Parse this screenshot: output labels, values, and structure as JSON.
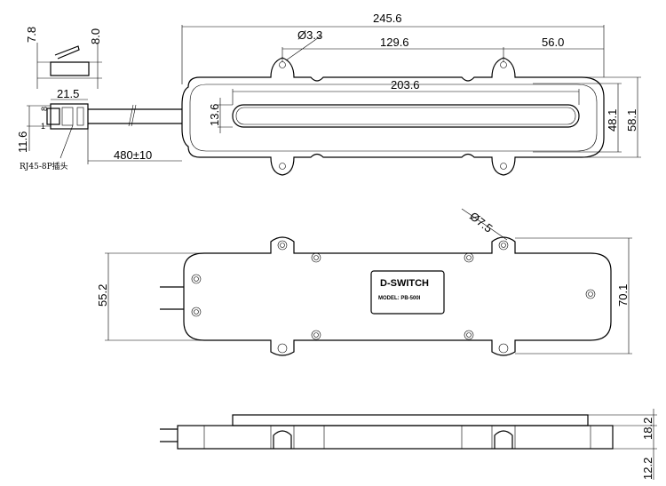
{
  "dimensions": {
    "rj_height_left": "7.8",
    "rj_height_right": "8.0",
    "rj_width": "21.5",
    "rj_side": "11.6",
    "cable_length": "480±10",
    "total_length": "245.6",
    "hole_diameter": "Ø3.3",
    "hole_spacing": "129.6",
    "hole_offset": "56.0",
    "slot_length": "203.6",
    "slot_width": "13.6",
    "inner_height": "48.1",
    "outer_height": "58.1",
    "tab_hole_diameter": "Ø7.5",
    "body_height": "55.2",
    "total_height": "70.1",
    "thickness": "18.2",
    "base_thickness": "12.2"
  },
  "labels": {
    "rj45": "RJ45-8P插头",
    "pin8": "8",
    "pin1": "1",
    "brand": "D-SWITCH",
    "model": "MODEL:  PB-500I"
  }
}
